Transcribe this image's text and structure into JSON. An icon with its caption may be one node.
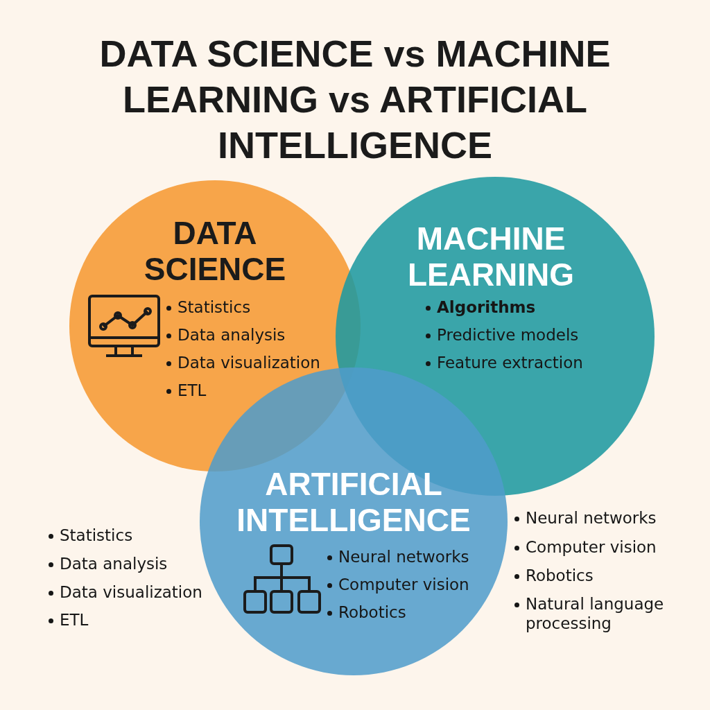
{
  "diagram": {
    "title": "DATA SCIENCE vs MACHINE LEARNING vs ARTIFICIAL INTELLIGENCE",
    "nodes": [
      {
        "text": [
          "DATA SCIENCE",
          "Statistics",
          "Data analysis",
          "Data visualization",
          "ETL"
        ]
      },
      {
        "text": [
          "MACHINE LEARNING",
          "**Algorithms**",
          "Predictive models",
          "Feature extraction"
        ]
      },
      {
        "text": [
          "ARTIFICIAL INTELLIGENCE",
          "Neural networks",
          "Computer vision",
          "Robotics"
        ]
      }
    ],
    "edges": [],
    "labels": [
      "Statistics",
      "Data analysis",
      "Data visualization",
      "ETL",
      "Neural networks",
      "Computer vision",
      "Robotics",
      "Natural language processing"
    ]
  }
}
